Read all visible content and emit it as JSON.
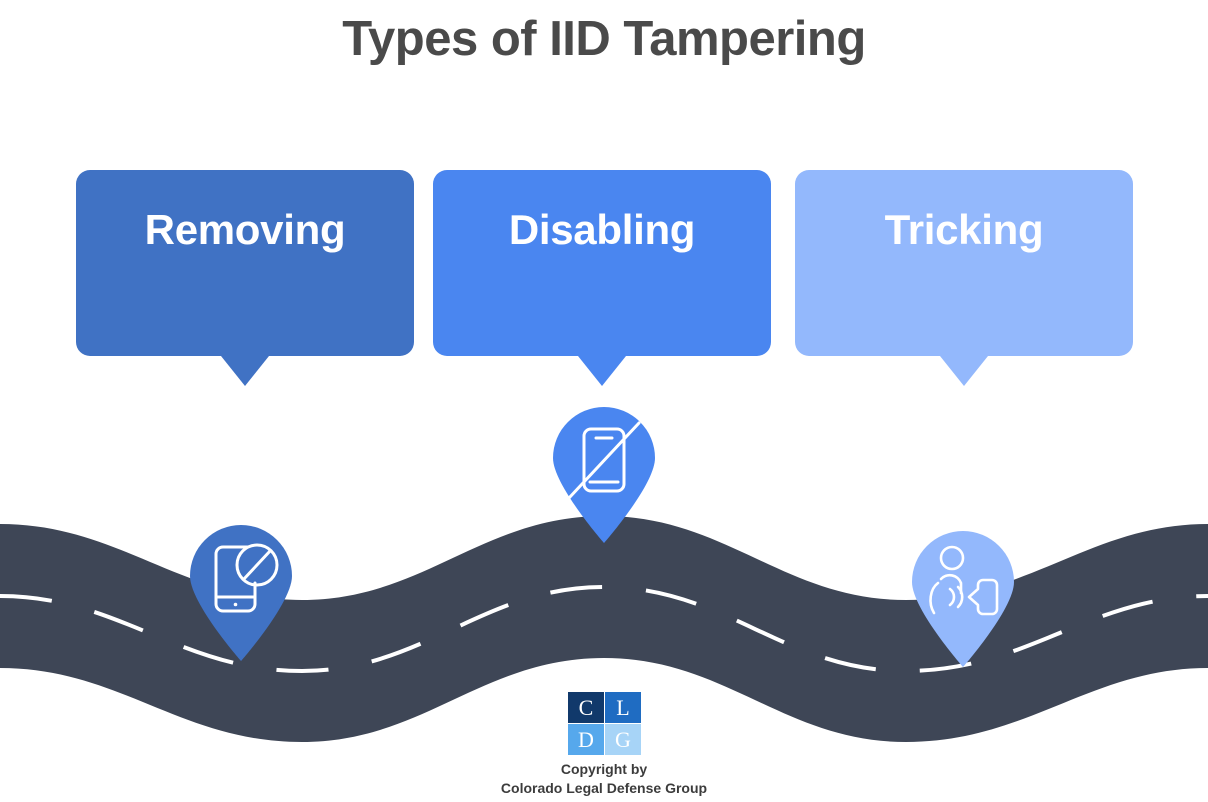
{
  "page": {
    "title": "Types of IID Tampering",
    "background_color": "#ffffff",
    "title_color": "#4a4a4a"
  },
  "cards": [
    {
      "label": "Removing",
      "color": "#4072c4",
      "text_color": "#ffffff",
      "pin_icon": "phone-prohibited-icon"
    },
    {
      "label": "Disabling",
      "color": "#4a86f0",
      "text_color": "#ffffff",
      "pin_icon": "phone-slashed-icon"
    },
    {
      "label": "Tricking",
      "color": "#93b8fc",
      "text_color": "#ffffff",
      "pin_icon": "person-blowing-into-device-icon"
    }
  ],
  "road": {
    "color": "#3e4656",
    "lane_marking_color": "#ffffff"
  },
  "logo": {
    "cells": [
      {
        "letter": "C",
        "color": "#11396b"
      },
      {
        "letter": "L",
        "color": "#1f6cc2"
      },
      {
        "letter": "D",
        "color": "#56a8ec"
      },
      {
        "letter": "G",
        "color": "#a7d4f7"
      }
    ]
  },
  "footer": {
    "line1": "Copyright by",
    "line2": "Colorado Legal Defense Group"
  }
}
